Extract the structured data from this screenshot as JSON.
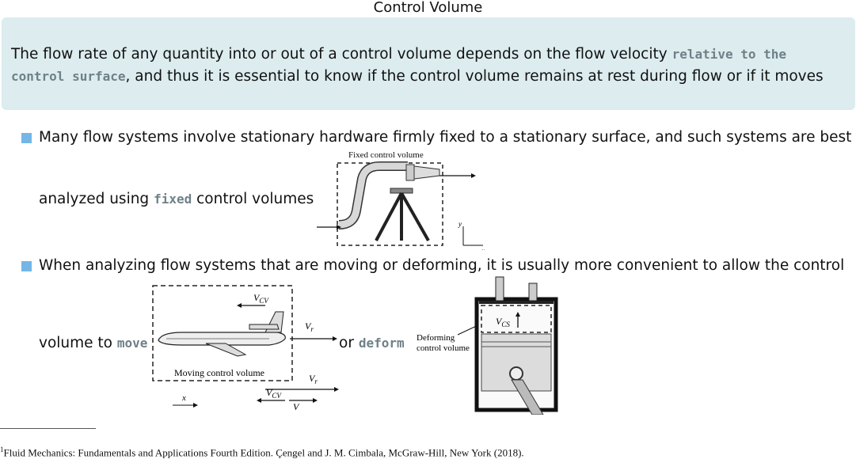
{
  "title": "Control Volume",
  "callout": {
    "part1": "The flow rate of any quantity into or out of a control volume depends on the flow velocity ",
    "code": "relative to the control surface",
    "part2": ", and thus it is essential to know if the control volume remains at rest during flow or if it moves"
  },
  "bullet1": {
    "line1": "Many flow systems involve stationary hardware firmly fixed to a stationary surface, and such systems are best",
    "line2_pre": "analyzed using ",
    "line2_code": "fixed",
    "line2_post": " control volumes",
    "figure_label": "Fixed control volume",
    "axis_y": "y",
    "axis_x": "x"
  },
  "bullet2": {
    "line1": "When analyzing flow systems that are moving or deforming, it is usually more convenient to allow the control",
    "line2_pre": "volume to ",
    "line2_code1": "move",
    "or": " or ",
    "line2_code2": "deform",
    "moving_label": "Moving control volume",
    "deforming_label_1": "Deforming",
    "deforming_label_2": "control volume"
  },
  "footnote": {
    "marker": "1",
    "text": "Fluid Mechanics: Fundamentals and Applications Fourth Edition. Çengel and J. M. Cimbala, McGraw-Hill, New York (2018)."
  },
  "colors": {
    "callout_bg": "#dcecef",
    "bullet": "#74b6e6",
    "code": "#6f8188"
  }
}
